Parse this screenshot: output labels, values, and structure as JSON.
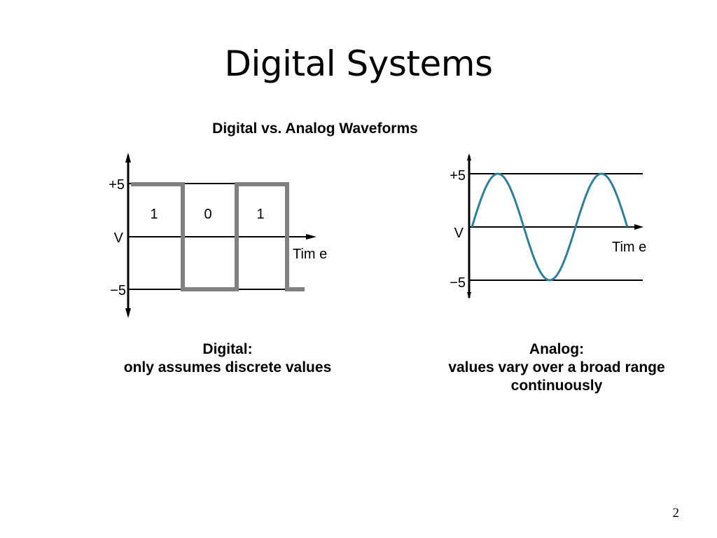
{
  "slide": {
    "title": "Digital Systems",
    "page_number": "2"
  },
  "diagram": {
    "title": "Digital vs. Analog Waveforms",
    "digital": {
      "y_top_label": "+5",
      "y_mid_label": "V",
      "y_bottom_label": "−5",
      "x_label": "Tim e",
      "bit_labels": [
        "1",
        "0",
        "1"
      ],
      "caption_heading": "Digital:",
      "caption_body": "only assumes discrete values",
      "levels": [
        5,
        -5,
        5,
        -5
      ],
      "wave_color": "#808080"
    },
    "analog": {
      "y_top_label": "+5",
      "y_mid_label": "V",
      "y_bottom_label": "−5",
      "x_label": "Tim e",
      "caption_heading": "Analog:",
      "caption_body_line1": "values vary over a broad range",
      "caption_body_line2": "continuously",
      "amplitude": 5,
      "cycles": 1.5,
      "wave_color": "#2e7f99"
    }
  }
}
